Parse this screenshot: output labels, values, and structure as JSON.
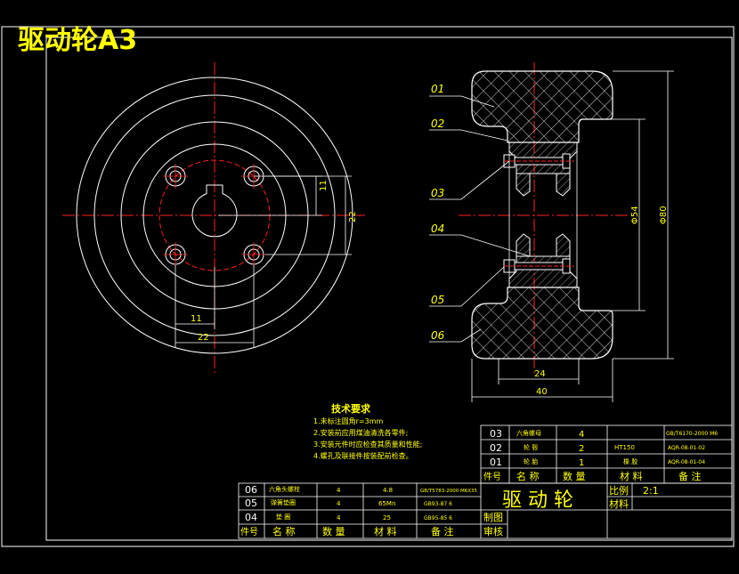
{
  "title": "驱动轮A3",
  "tech_requirements": {
    "heading": "技术要求",
    "items": [
      "1.未标注圆角r=3mm",
      "2.安装前应用煤油清洗各零件;",
      "3.安装元件时应检查其质量和性能;",
      "4.螺孔及联接件按装配前检查。"
    ]
  },
  "callouts": [
    "01",
    "02",
    "03",
    "04",
    "05",
    "06"
  ],
  "dimensions": {
    "front_11_v": "11",
    "front_22_v": "22",
    "front_11_h": "11",
    "front_22_h": "22",
    "phi54": "Φ54",
    "phi80": "Φ80",
    "w24": "24",
    "w40": "40"
  },
  "bom_upper": [
    {
      "no": "03",
      "name": "六角螺母",
      "qty": "4",
      "material": "",
      "note": "GB/T6170-2000 M6"
    },
    {
      "no": "02",
      "name": "轮 毂",
      "qty": "2",
      "material": "HT150",
      "note": "AQR-08-01-02"
    },
    {
      "no": "01",
      "name": "轮 胎",
      "qty": "1",
      "material": "橡 胶",
      "note": "AQR-08-01-04"
    }
  ],
  "bom_upper_header": {
    "no": "件号",
    "name": "名 称",
    "qty": "数 量",
    "material": "材 料",
    "note": "备 注"
  },
  "bom_lower": [
    {
      "no": "06",
      "name": "六角头螺栓",
      "qty": "4",
      "material": "4.8",
      "note": "GB/T5783-2000 M6X35"
    },
    {
      "no": "05",
      "name": "弹簧垫圈",
      "qty": "4",
      "material": "65Mn",
      "note": "GB93-87 6"
    },
    {
      "no": "04",
      "name": "垫 圈",
      "qty": "4",
      "material": "25",
      "note": "GB95-85 6"
    }
  ],
  "bom_lower_header": {
    "no": "件号",
    "name": "名 称",
    "qty": "数 量",
    "material": "材 料",
    "note": "备 注"
  },
  "title_block": {
    "name": "驱 动 轮",
    "scale_label": "比例",
    "scale_value": "2:1",
    "material_label": "材料",
    "drawn_label": "制图",
    "checked_label": "审核"
  },
  "colors": {
    "line": "#ffff00",
    "text": "#ffffff",
    "center": "#ff2020",
    "bg": "#000000"
  }
}
